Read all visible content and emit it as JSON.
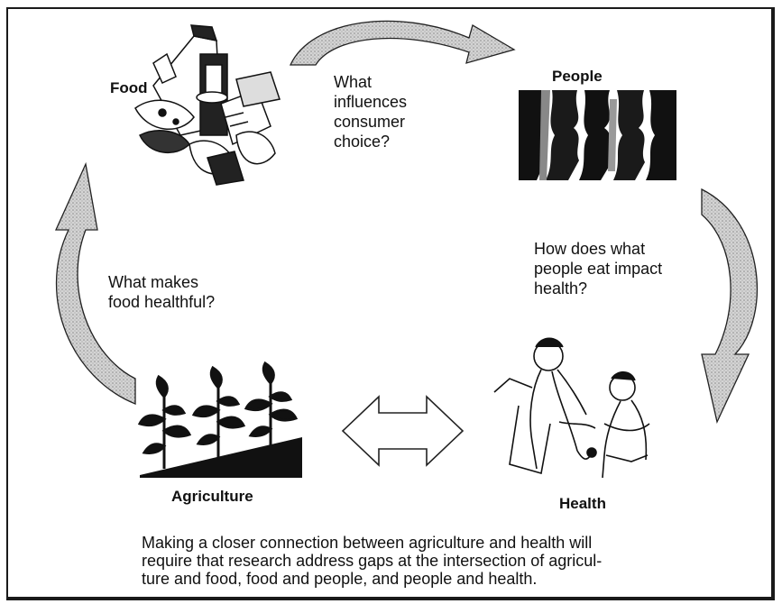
{
  "nodes": {
    "food": "Food",
    "people": "People",
    "agriculture": "Agriculture",
    "health": "Health"
  },
  "questions": {
    "consumer_choice": "What\ninfluences\nconsumer\nchoice?",
    "health_impact": "How does what\npeople eat impact\nhealth?",
    "healthful_food": "What makes\nfood healthful?"
  },
  "caption": "Making a closer connection between agriculture and health will\nrequire that research address gaps at the intersection of agricul-\nture and food, food and people, and people and health."
}
